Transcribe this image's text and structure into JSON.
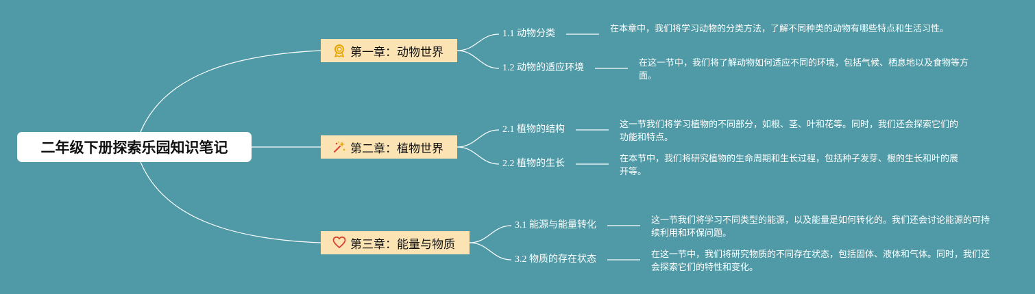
{
  "root": {
    "title": "二年级下册探索乐园知识笔记"
  },
  "chapters": [
    {
      "title": "第一章：动物世界",
      "icon": "award-ribbon-icon",
      "sections": [
        {
          "title": "1.1 动物分类",
          "text": "在本章中，我们将学习动物的分类方法，了解不同种类的动物有哪些特点和生活习性。"
        },
        {
          "title": "1.2 动物的适应环境",
          "text": "在这一节中，我们将了解动物如何适应不同的环境，包括气候、栖息地以及食物等方面。"
        }
      ]
    },
    {
      "title": "第二章：植物世界",
      "icon": "sparkle-wand-icon",
      "sections": [
        {
          "title": "2.1 植物的结构",
          "text": "这一节我们将学习植物的不同部分，如根、茎、叶和花等。同时，我们还会探索它们的功能和特点。"
        },
        {
          "title": "2.2 植物的生长",
          "text": "在本节中，我们将研究植物的生命周期和生长过程，包括种子发芽、根的生长和叶的展开等。"
        }
      ]
    },
    {
      "title": "第三章：能量与物质",
      "icon": "heart-icon",
      "sections": [
        {
          "title": "3.1 能源与能量转化",
          "text": "这一节我们将学习不同类型的能源，以及能量是如何转化的。我们还会讨论能源的可持续利用和环保问题。"
        },
        {
          "title": "3.2 物质的存在状态",
          "text": "在这一节中，我们将研究物质的不同存在状态，包括固体、液体和气体。同时，我们还会探索它们的特性和变化。"
        }
      ]
    }
  ],
  "colors": {
    "background": "#4f9aa6",
    "chapter_fill": "#fbe3b4",
    "line": "#ffffff",
    "icon_accent": "#e8a400",
    "heart": "#d9432f"
  }
}
